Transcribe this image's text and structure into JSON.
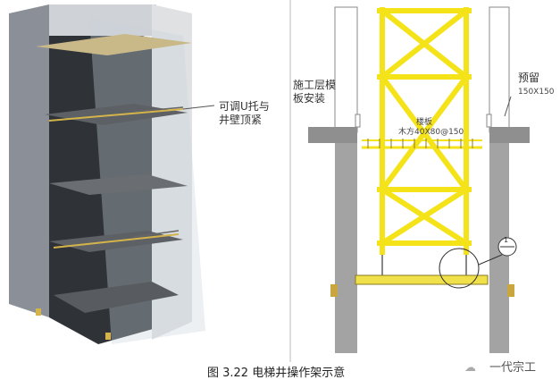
{
  "left_figure": {
    "callout": [
      "可调U托与",
      "井壁顶紧"
    ]
  },
  "right_figure": {
    "label_formwork": [
      "施工层模",
      "板安装"
    ],
    "label_reserved": "预留",
    "label_reserved_size": "150X150",
    "label_board": "楼板",
    "label_timber": "木方40X80@150",
    "detail_mark_top": "1",
    "detail_mark_bottom": "—"
  },
  "caption": "图 3.22 电梯井操作架示意",
  "watermark": "一代宗工",
  "colors": {
    "frame": "#f5e31a",
    "wall": "#a9a9a9",
    "platform": "#f0e04a"
  }
}
